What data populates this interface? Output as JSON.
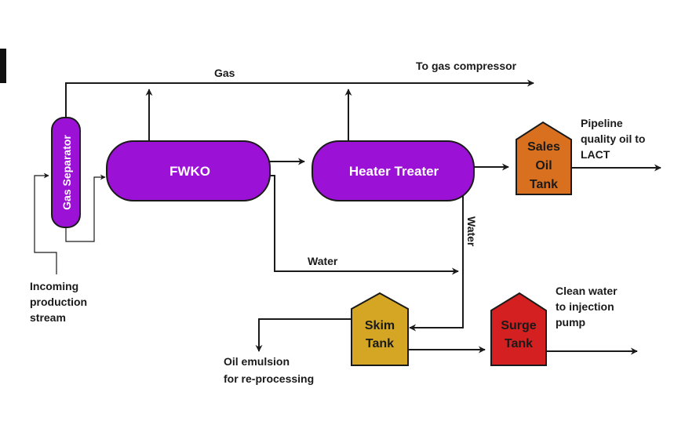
{
  "colors": {
    "vessel_fill": "#9b12d6",
    "vessel_stroke": "#1a1a1a",
    "sales_tank": "#d9701f",
    "skim_tank": "#d4a624",
    "surge_tank": "#d42020",
    "line": "#1a1a1a"
  },
  "vessels": {
    "gas_separator": "Gas Separator",
    "fwko": "FWKO",
    "heater_treater": "Heater Treater"
  },
  "tanks": {
    "sales": [
      "Sales",
      "Oil",
      "Tank"
    ],
    "skim": [
      "Skim",
      "Tank"
    ],
    "surge": [
      "Surge",
      "Tank"
    ]
  },
  "labels": {
    "gas": "Gas",
    "to_gas_compressor": "To gas compressor",
    "pipeline": [
      "Pipeline",
      "quality oil to",
      "LACT"
    ],
    "water_horizontal": "Water",
    "water_vertical": "Water",
    "incoming": [
      "Incoming",
      "production",
      "stream"
    ],
    "oil_emulsion": [
      "Oil emulsion",
      "for re-processing"
    ],
    "clean_water": [
      "Clean water",
      "to injection",
      "pump"
    ]
  }
}
